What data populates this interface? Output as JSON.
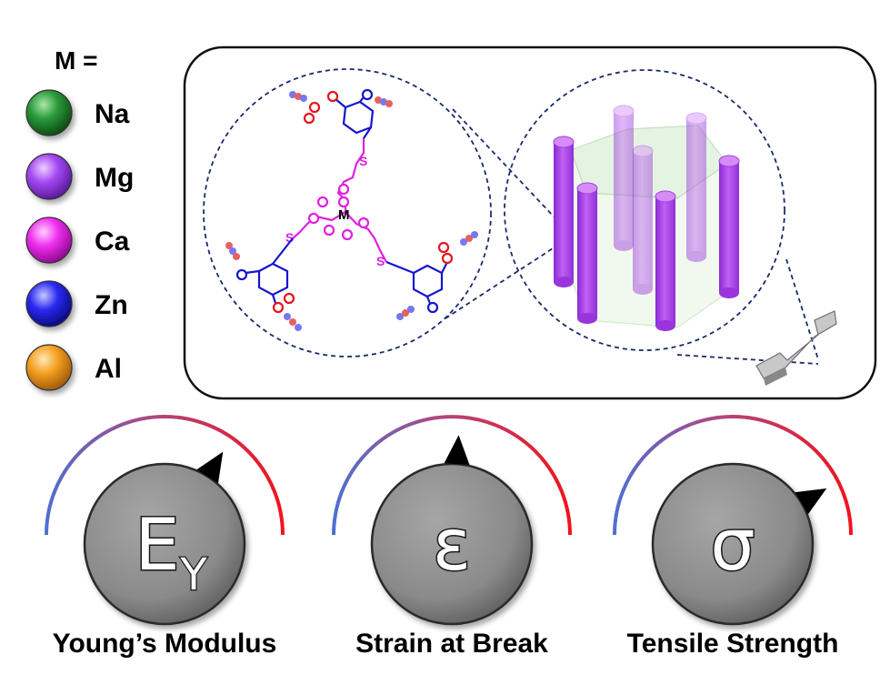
{
  "legend": {
    "title": "M =",
    "items": [
      {
        "label": "Na",
        "color": "#1e8a2e"
      },
      {
        "label": "Mg",
        "color": "#a13ef0"
      },
      {
        "label": "Ca",
        "color": "#f020f0"
      },
      {
        "label": "Zn",
        "color": "#2222f0"
      },
      {
        "label": "Al",
        "color": "#f5a020"
      }
    ]
  },
  "molecule": {
    "center_atom": "M",
    "sulfur_label": "S",
    "oxygen_label": "O"
  },
  "colors": {
    "ligand_pink": "#e020e0",
    "ring_blue": "#1515cc",
    "oxygen_red": "#e8141e",
    "cylinder_purple": "#b447f0",
    "gauge_cold": "#4f6fd0",
    "gauge_hot": "#f0141e",
    "knob_gray": "#8c8c8c"
  },
  "gauges": [
    {
      "symbol": "E",
      "subscript": "Y",
      "caption": "Young’s Modulus",
      "level": 0.68
    },
    {
      "symbol": "ε",
      "subscript": "",
      "caption": "Strain at Break",
      "level": 0.52
    },
    {
      "symbol": "σ",
      "subscript": "",
      "caption": "Tensile Strength",
      "level": 0.83
    }
  ]
}
